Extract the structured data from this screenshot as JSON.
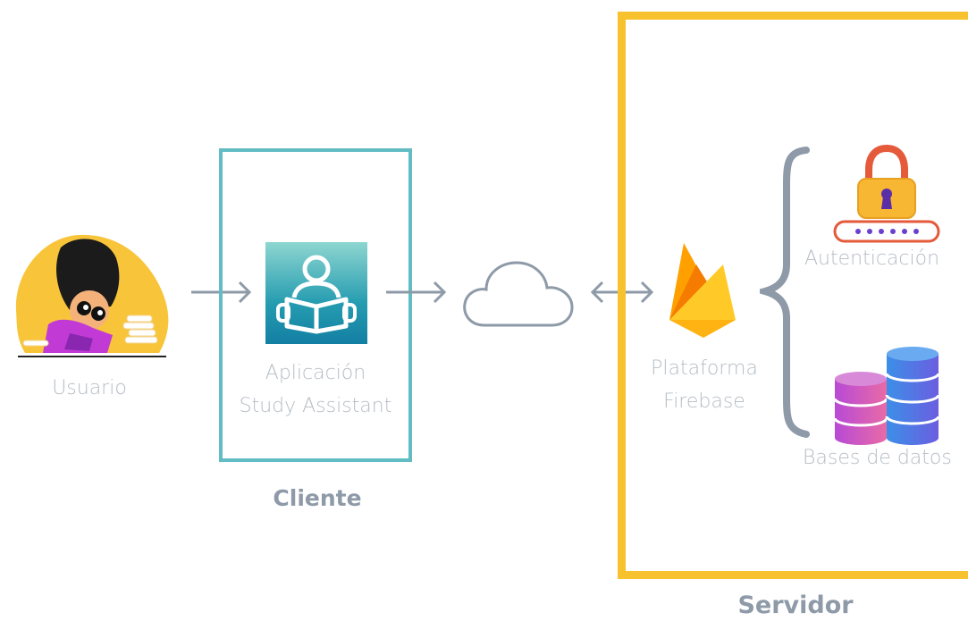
{
  "user": {
    "label": "Usuario"
  },
  "client": {
    "app_line1": "Aplicación",
    "app_line2": "Study Assistant",
    "heading": "Cliente"
  },
  "server": {
    "platform_line1": "Plataforma",
    "platform_line2": "Firebase",
    "heading": "Servidor"
  },
  "services": {
    "auth_label": "Autenticación",
    "db_label": "Bases de datos"
  },
  "colors": {
    "client_border": "#62bcc4",
    "server_border": "#f8c22e",
    "arrow": "#8e9aa8",
    "label_text": "#b6bcc4",
    "heading_text": "#8e9aa8"
  },
  "icons": [
    "person-reading-icon",
    "book-reader-app-icon",
    "cloud-icon",
    "firebase-icon",
    "padlock-icon",
    "database-icon"
  ]
}
